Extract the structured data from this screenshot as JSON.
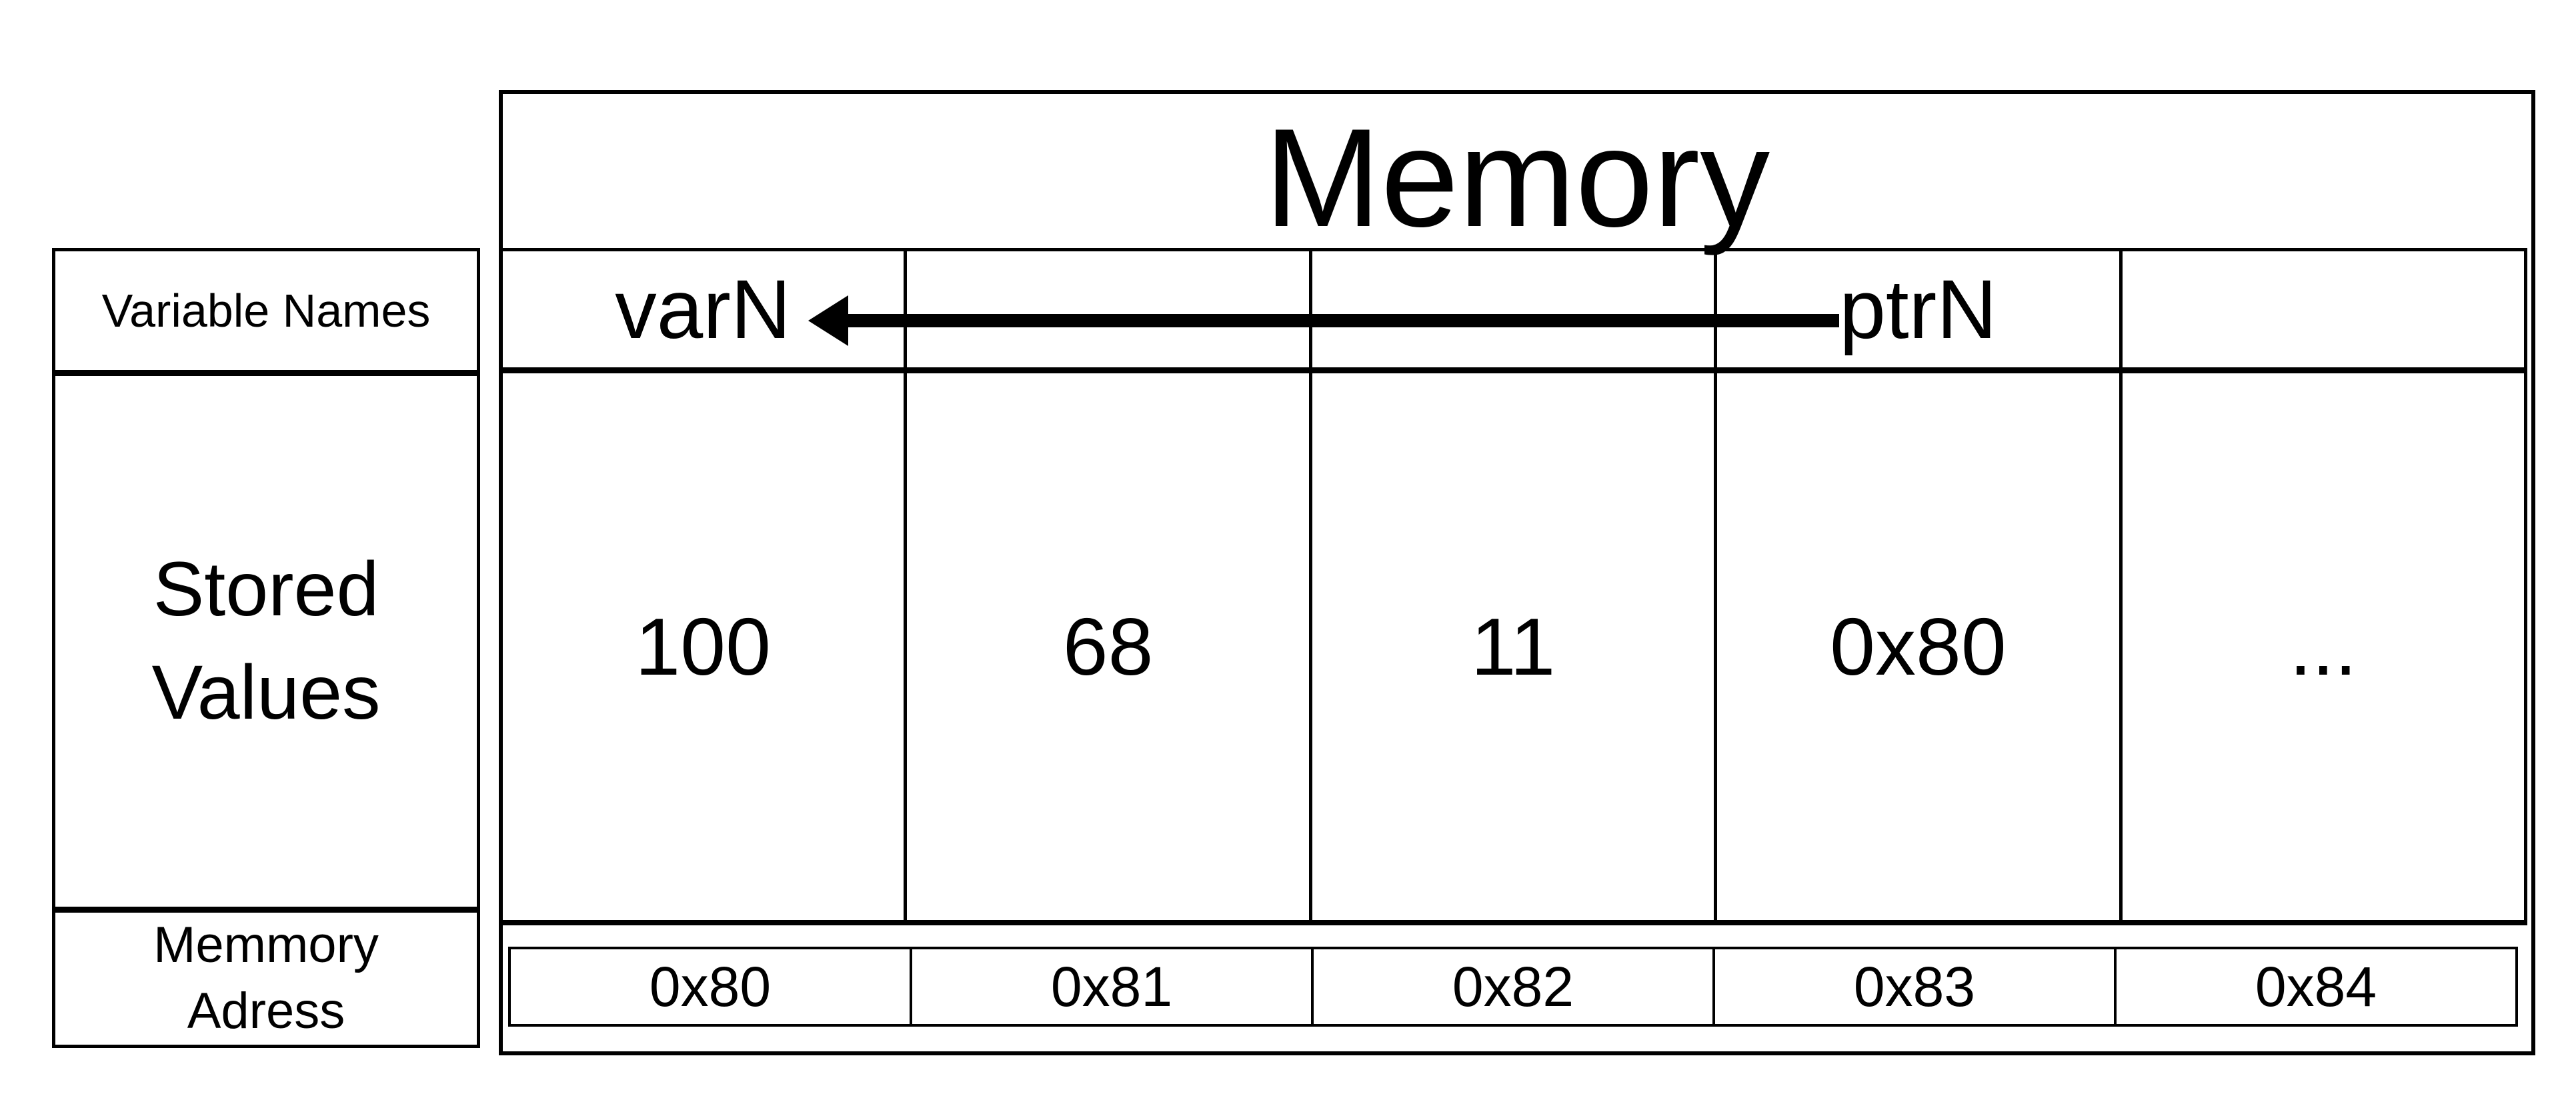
{
  "colors": {
    "ink": "#000000",
    "background": "#ffffff"
  },
  "memory": {
    "title": "Memory",
    "columns": [
      {
        "name": "varN",
        "value": "100",
        "address": "0x80"
      },
      {
        "name": "",
        "value": "68",
        "address": "0x81"
      },
      {
        "name": "",
        "value": "11",
        "address": "0x82"
      },
      {
        "name": "ptrN",
        "value": "0x80",
        "address": "0x83"
      },
      {
        "name": "",
        "value": "...",
        "address": "0x84"
      }
    ]
  },
  "row_labels": {
    "names": "Variable Names",
    "values_line1": "Stored",
    "values_line2": "Values",
    "address_line1": "Memmory",
    "address_line2": "Adress"
  },
  "arrow": {
    "from": "ptrN",
    "to": "varN",
    "direction": "left"
  }
}
